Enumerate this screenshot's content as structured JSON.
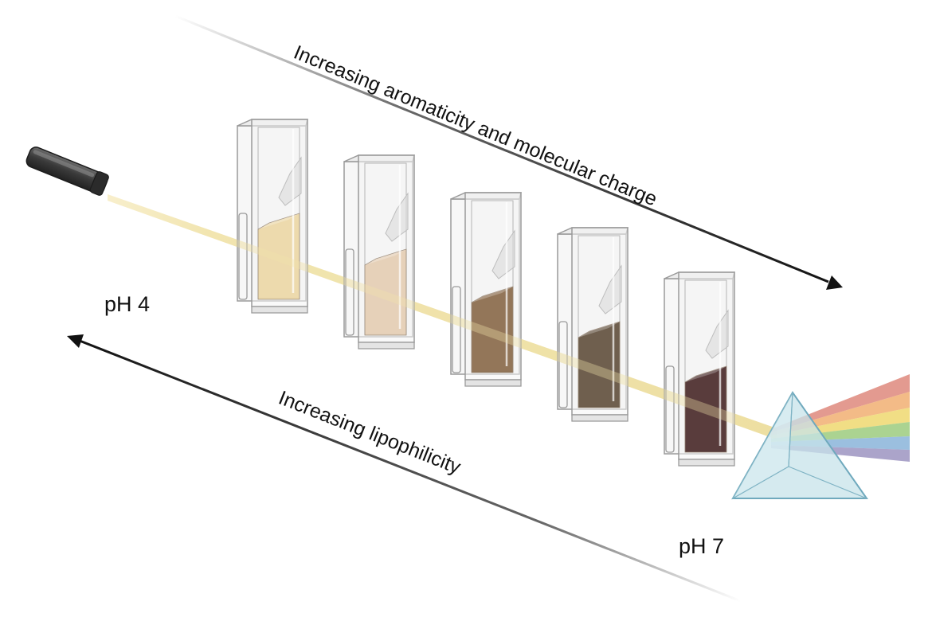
{
  "labels": {
    "top_arrow": "Increasing aromaticity and molecular charge",
    "bottom_arrow": "Increasing lipophilicity",
    "left_ph": "pH 4",
    "right_ph": "pH 7"
  },
  "cuvettes": [
    {
      "sample": "cuvette-1",
      "fill_color": "#ecd7a6"
    },
    {
      "sample": "cuvette-2",
      "fill_color": "#e4cdb3"
    },
    {
      "sample": "cuvette-3",
      "fill_color": "#8a6a4b"
    },
    {
      "sample": "cuvette-4",
      "fill_color": "#63513f"
    },
    {
      "sample": "cuvette-5",
      "fill_color": "#4b2b2b"
    }
  ],
  "colors": {
    "beam": "#efe2a8",
    "glass_outline": "#9a9a9a",
    "prism": "#bcdde6",
    "arrow": "#111111",
    "spectrum": [
      "#d9786b",
      "#efa45f",
      "#ecd35c",
      "#8fc46c",
      "#79a9d4",
      "#8f86b8"
    ]
  }
}
